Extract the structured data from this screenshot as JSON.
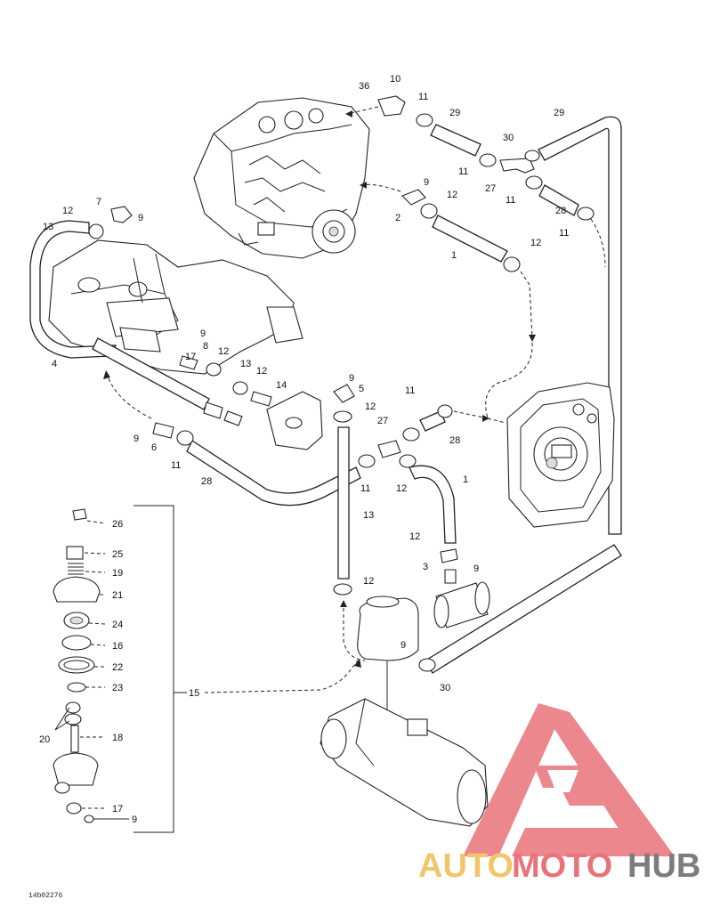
{
  "diagram": {
    "callouts": {
      "c36": "36",
      "c10": "10",
      "c11a": "11",
      "c29a": "29",
      "c29b": "29",
      "c30a": "30",
      "c11b": "11",
      "c27a": "27",
      "c11c": "11",
      "c28a": "28",
      "c11d": "11",
      "c9a": "9",
      "c12a": "12",
      "c2": "2",
      "c1a": "1",
      "c12b": "12",
      "c7": "7",
      "c9b": "9",
      "c12c": "12",
      "c13a": "13",
      "c4": "4",
      "c9c": "9",
      "c8": "8",
      "c12d": "12",
      "c17a": "17",
      "c13b": "13",
      "c12e": "12",
      "c14": "14",
      "c9d": "9",
      "c5": "5",
      "c12f": "12",
      "c11e": "11",
      "c27b": "27",
      "c28b": "28",
      "c9e": "9",
      "c6": "6",
      "c11f": "11",
      "c28c": "28",
      "c11g": "11",
      "c12g": "12",
      "c1b": "1",
      "c13c": "13",
      "c12h": "12",
      "c3": "3",
      "c9f": "9",
      "c12i": "12",
      "c9g": "9",
      "c30b": "30",
      "k26": "26",
      "k25": "25",
      "k19": "19",
      "k21": "21",
      "k24": "24",
      "k16": "16",
      "k22": "22",
      "k23": "23",
      "k15": "15",
      "k20": "20",
      "k18": "18",
      "k17": "17",
      "k9": "9"
    },
    "drawing_code": "14b02276"
  },
  "watermark": {
    "brand_part1": "AUTO",
    "brand_part2": "MOTO",
    "brand_part3": "HUB",
    "color_yellow": "#f2c56a",
    "color_red": "#e8737a",
    "color_gray": "#7d7d7d"
  }
}
